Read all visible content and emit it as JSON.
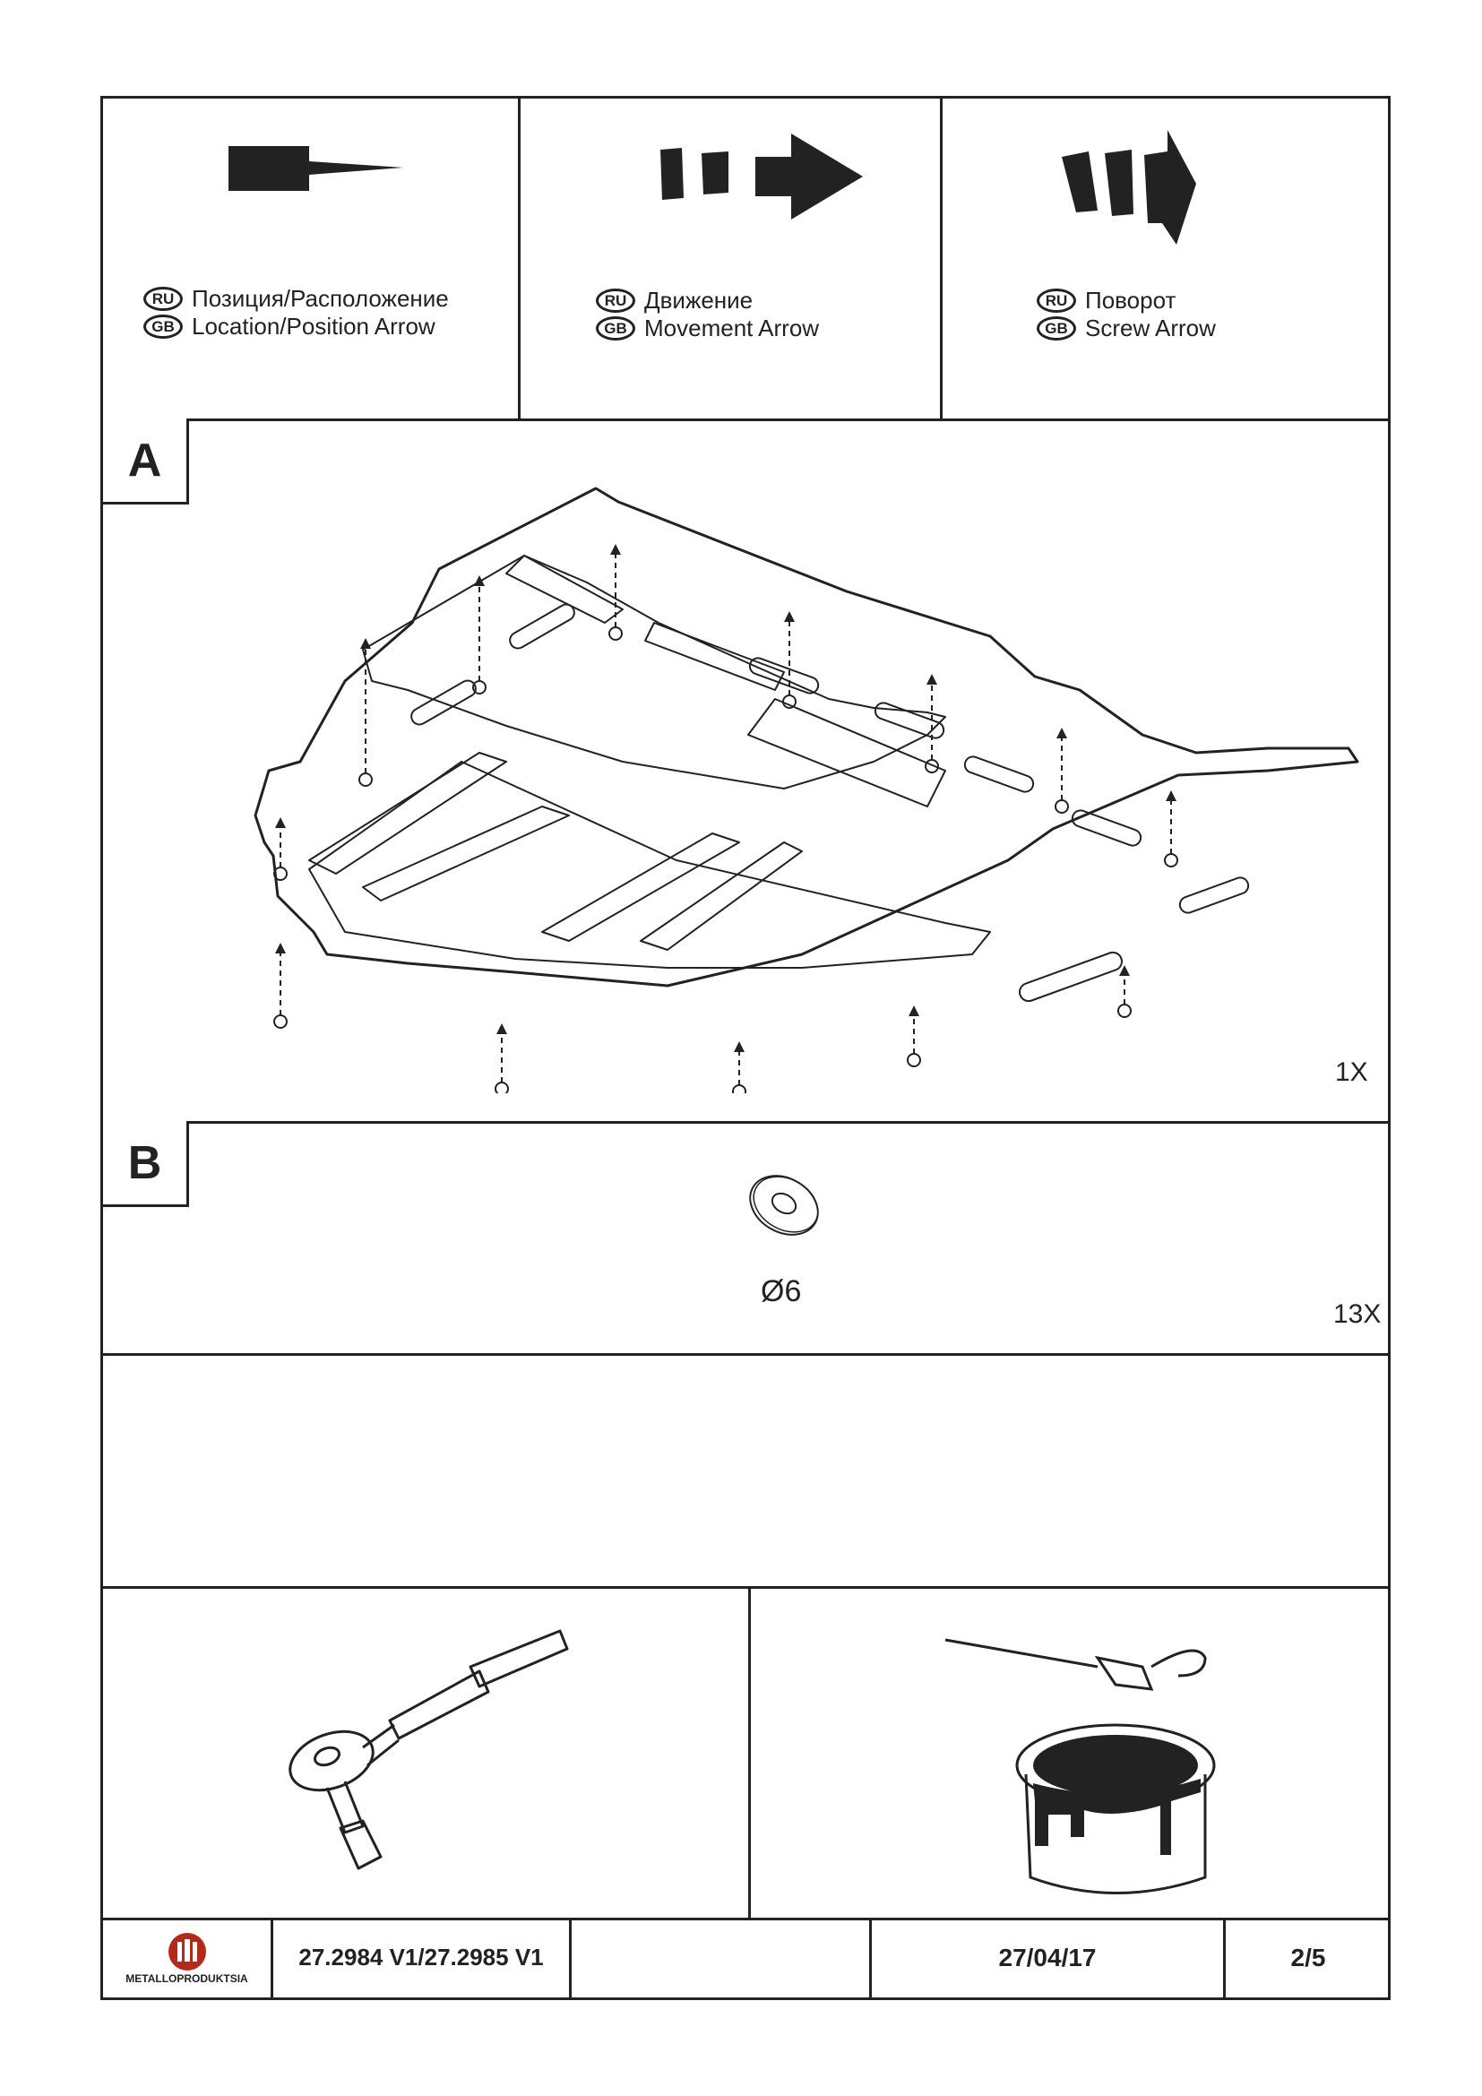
{
  "legend": [
    {
      "ru_badge": "RU",
      "gb_badge": "GB",
      "ru_text": "Позиция/Расположение",
      "gb_text": "Location/Position Arrow",
      "icon": "location-arrow-icon"
    },
    {
      "ru_badge": "RU",
      "gb_badge": "GB",
      "ru_text": "Движение",
      "gb_text": "Movement Arrow",
      "icon": "movement-arrow-icon"
    },
    {
      "ru_badge": "RU",
      "gb_badge": "GB",
      "ru_text": "Поворот",
      "gb_text": "Screw Arrow",
      "icon": "screw-arrow-icon"
    }
  ],
  "section_a": {
    "label": "A",
    "quantity": "1X",
    "image": "underbody-skid-plate-drawing"
  },
  "section_b": {
    "label": "B",
    "size": "Ø6",
    "quantity": "13X",
    "image": "washer-drawing"
  },
  "tools": [
    {
      "image": "ratchet-wrench-drawing"
    },
    {
      "image": "paint-can-and-brush-drawing"
    }
  ],
  "footer": {
    "logo_text": "METALLOPRODUKTSIA",
    "part_number": "27.2984 V1/27.2985 V1",
    "blank": "",
    "date": "27/04/17",
    "page": "2/5"
  }
}
